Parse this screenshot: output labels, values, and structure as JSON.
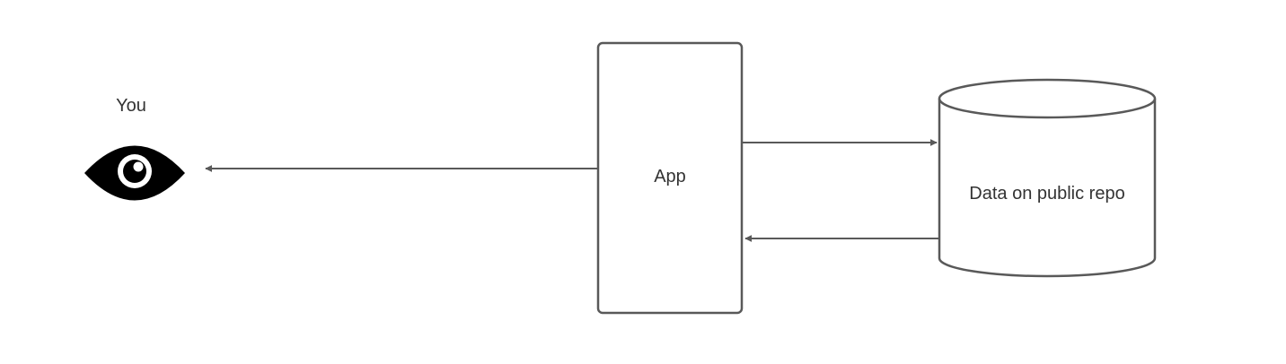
{
  "nodes": {
    "you": {
      "label": "You",
      "icon": "eye-icon"
    },
    "app": {
      "label": "App"
    },
    "repo": {
      "label": "Data on public repo"
    }
  },
  "edges": [
    {
      "from": "app",
      "to": "you"
    },
    {
      "from": "app",
      "to": "repo"
    },
    {
      "from": "repo",
      "to": "app"
    }
  ],
  "colors": {
    "stroke": "#595959",
    "icon": "#000000",
    "text": "#333333",
    "background": "#ffffff"
  }
}
